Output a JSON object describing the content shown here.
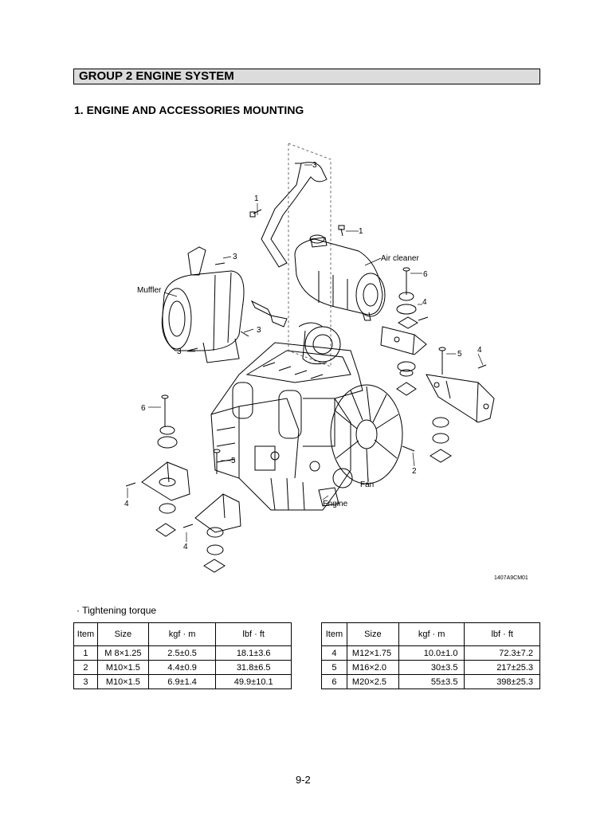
{
  "header": {
    "group_title": "GROUP  2  ENGINE SYSTEM"
  },
  "section": {
    "title": "1. ENGINE AND ACCESSORIES MOUNTING"
  },
  "diagram": {
    "labels": {
      "air_cleaner": "Air cleaner",
      "muffler": "Muffler",
      "fan": "Fan",
      "engine": "Engine"
    },
    "callouts": [
      "3",
      "1",
      "1",
      "3",
      "6",
      "4",
      "3",
      "3",
      "5",
      "4",
      "6",
      "5",
      "2",
      "4",
      "4"
    ],
    "figure_code": "1407A9CM01"
  },
  "torque": {
    "title": "· Tightening torque",
    "headers": [
      "Item",
      "Size",
      "kgf · m",
      "lbf · ft"
    ],
    "left_rows": [
      [
        "1",
        "M 8×1.25",
        "2.5±0.5",
        "18.1±3.6"
      ],
      [
        "2",
        "M10×1.5",
        "4.4±0.9",
        "31.8±6.5"
      ],
      [
        "3",
        "M10×1.5",
        "6.9±1.4",
        "49.9±10.1"
      ]
    ],
    "right_rows": [
      [
        "4",
        "M12×1.75",
        "10.0±1.0",
        "72.3±7.2"
      ],
      [
        "5",
        "M16×2.0",
        "30±3.5",
        "217±25.3"
      ],
      [
        "6",
        "M20×2.5",
        "55±3.5",
        "398±25.3"
      ]
    ]
  },
  "footer": {
    "page_number": "9-2"
  }
}
